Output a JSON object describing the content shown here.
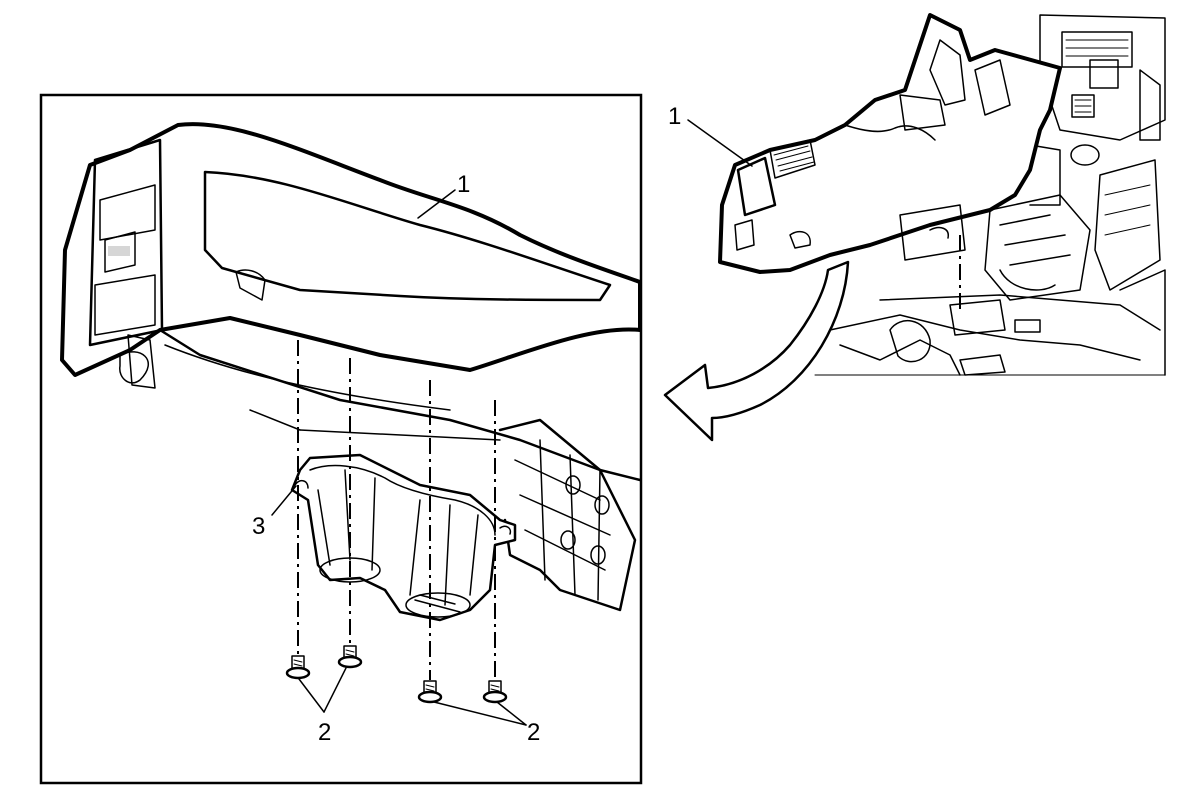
{
  "callouts": {
    "detail_console": "1",
    "detail_cupholder": "3",
    "detail_bolts_left": "2",
    "detail_bolts_right": "2",
    "overview_console": "1"
  }
}
